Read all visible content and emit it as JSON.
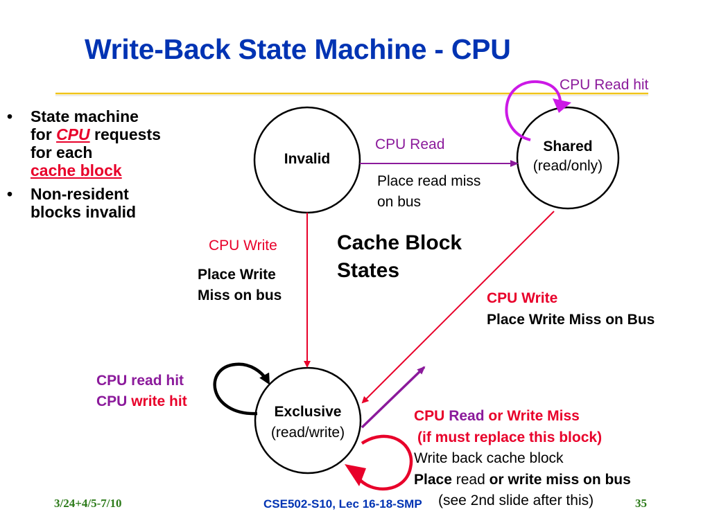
{
  "title": "Write-Back State Machine - CPU",
  "bullets": {
    "b1_line1": "State machine",
    "b1_for": "for",
    "b1_cpu": "CPU",
    "b1_requests": "requests",
    "b1_line3": "for each",
    "b1_line4": "cache block",
    "b2_line1": "Non-resident",
    "b2_line2": "blocks invalid"
  },
  "states": {
    "invalid": "Invalid",
    "shared_name": "Shared",
    "shared_mode": "(read/only)",
    "exclusive_name": "Exclusive",
    "exclusive_mode": "(read/write)"
  },
  "transitions": {
    "shared_self": "CPU Read hit",
    "invalid_to_shared_event": "CPU Read",
    "invalid_to_shared_action_1": "Place read miss",
    "invalid_to_shared_action_2": "on bus",
    "invalid_to_exclusive_event": "CPU Write",
    "invalid_to_exclusive_action_1": "Place Write",
    "invalid_to_exclusive_action_2": "Miss on bus",
    "shared_to_exclusive_event": "CPU Write",
    "shared_to_exclusive_action": "Place Write Miss on Bus",
    "exclusive_self_left_1": "CPU read hit",
    "exclusive_self_left_2_cpu": "CPU",
    "exclusive_self_left_2_rest": "write hit",
    "miss_cpu": "CPU",
    "miss_read": "Read",
    "miss_rest": "or Write Miss",
    "miss_condition": "(if must replace this block)",
    "miss_action_1": "Write back cache block",
    "miss_action_2_place": "Place",
    "miss_action_2_read": "read",
    "miss_action_2_rest": "or write miss on bus",
    "miss_action_3": "(see 2nd slide after this)"
  },
  "center_label_1": "Cache Block",
  "center_label_2": "States",
  "footer": {
    "date": "3/24+4/5-7/10",
    "course": "CSE502-S10, Lec 16-18-SMP",
    "page": "35"
  },
  "colors": {
    "title_blue": "#0033b3",
    "rule_gold": "#f0c419",
    "red": "#e8002a",
    "purple": "#8b1a9b",
    "magenta": "#cc19e6",
    "footer_green": "#2b7a18"
  }
}
